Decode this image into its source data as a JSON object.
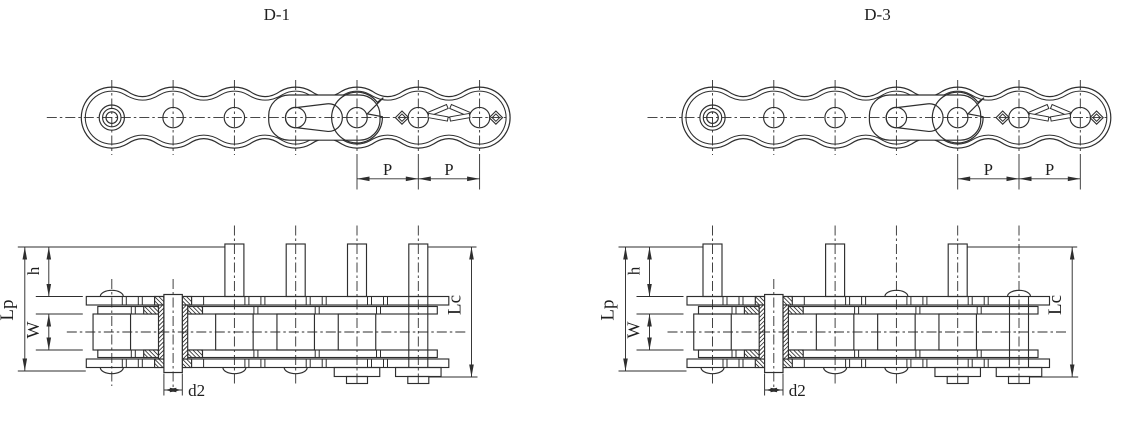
{
  "page": {
    "background_color": "#ffffff",
    "line_color": "#2e2e2e",
    "drawing_type": "roller chain with extended pins - engineering drawing"
  },
  "panels": [
    {
      "title": "D-1",
      "labels": {
        "pitch": "P",
        "protrusion_height": "h",
        "inner_width": "W",
        "link_plate_span": "Lp",
        "pin_overall_span": "Lc",
        "pin_diameter": "d2"
      },
      "top_view": {
        "pin_count": 7,
        "pitch_segments": 2
      },
      "side_view": {
        "pin_count": 6,
        "extended_pins": [
          3,
          4,
          5,
          6
        ],
        "sectioned_pin": 2,
        "top_riveted_pins": [
          1
        ],
        "bottom_riveted_pins": [
          1,
          3,
          4
        ],
        "washer_end_pins": [
          5,
          6
        ],
        "tall_centerlines": [
          3,
          4,
          5,
          6
        ]
      }
    },
    {
      "title": "D-3",
      "labels": {
        "pitch": "P",
        "protrusion_height": "h",
        "inner_width": "W",
        "link_plate_span": "Lp",
        "pin_overall_span": "Lc",
        "pin_diameter": "d2"
      },
      "top_view": {
        "pin_count": 7,
        "pitch_segments": 2
      },
      "side_view": {
        "pin_count": 6,
        "extended_pins": [
          1,
          3,
          5
        ],
        "sectioned_pin": 2,
        "top_riveted_pins": [
          4,
          6
        ],
        "bottom_riveted_pins": [
          1,
          3,
          4
        ],
        "washer_end_pins": [
          5,
          6
        ],
        "tall_centerlines": [
          1,
          3,
          4,
          5,
          6
        ]
      }
    }
  ]
}
